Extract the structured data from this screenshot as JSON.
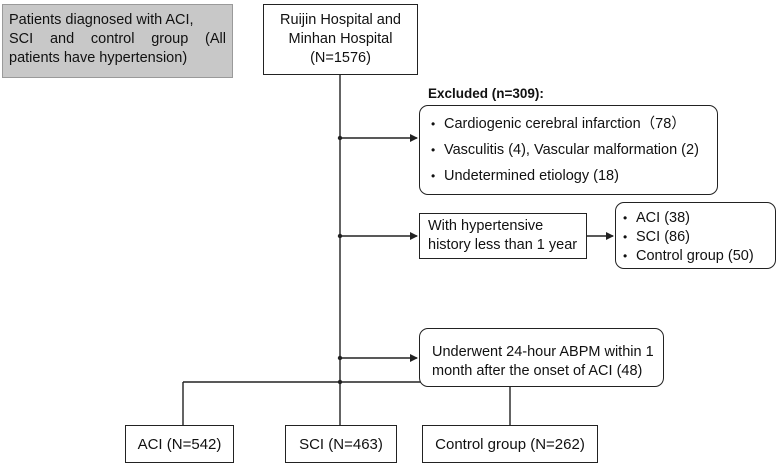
{
  "caption": {
    "line1": "Patients diagnosed with ACI,",
    "line2": "SCI and control group (All",
    "line3": "patients have hypertension)"
  },
  "source": {
    "line1": "Ruijin Hospital and",
    "line2": "Minhan Hospital",
    "line3": "(N=1576)"
  },
  "excluded": {
    "heading": "Excluded (n=309):",
    "items": [
      "Cardiogenic cerebral infarction（78）",
      "Vasculitis (4), Vascular malformation (2)",
      "Undetermined etiology (18)"
    ]
  },
  "hypertension": {
    "line1": "With hypertensive",
    "line2": "history less than 1 year",
    "items": [
      "ACI (38)",
      "SCI (86)",
      "Control group (50)"
    ]
  },
  "abpm": {
    "line1": "Underwent 24-hour ABPM within 1",
    "line2": "month after the onset of ACI (48)"
  },
  "groups": [
    {
      "label": "ACI (N=542)"
    },
    {
      "label": "SCI (N=463)"
    },
    {
      "label": "Control group (N=262)"
    }
  ]
}
